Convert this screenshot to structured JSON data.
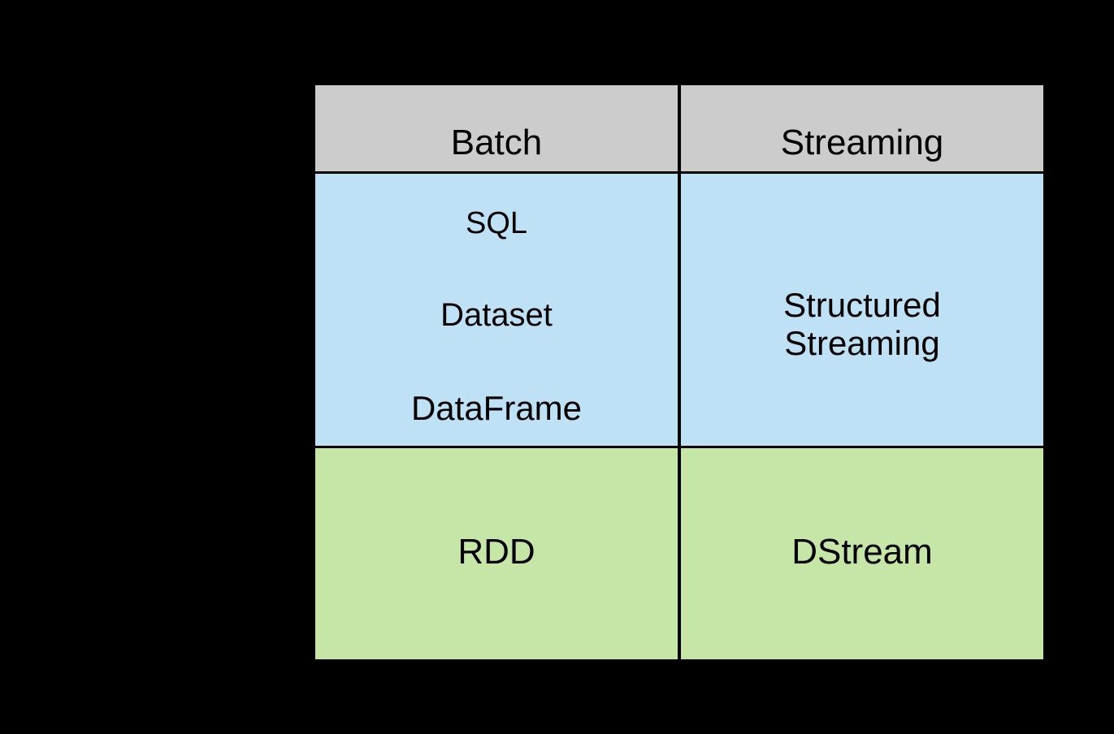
{
  "figure": {
    "background_color": "#000000",
    "grid_line_color": "#000000",
    "text_color": "#000000"
  },
  "table": {
    "columns": [
      {
        "key": "batch",
        "header": "Batch"
      },
      {
        "key": "streaming",
        "header": "Streaming"
      }
    ],
    "header_fill": "#cccccc",
    "rows": [
      {
        "name": "structured-apis",
        "fill": "#bfe1f6",
        "cells": {
          "batch": {
            "lines": [
              "SQL",
              "Dataset",
              "DataFrame"
            ],
            "text": "SQL\nDataset\nDataFrame"
          },
          "streaming": {
            "lines": [
              "Structured",
              "Streaming"
            ],
            "text": "Structured\nStreaming"
          }
        }
      },
      {
        "name": "low-level-apis",
        "fill": "#c6e6a8",
        "cells": {
          "batch": {
            "lines": [
              "RDD"
            ],
            "text": "RDD"
          },
          "streaming": {
            "lines": [
              "DStream"
            ],
            "text": "DStream"
          }
        }
      }
    ]
  }
}
